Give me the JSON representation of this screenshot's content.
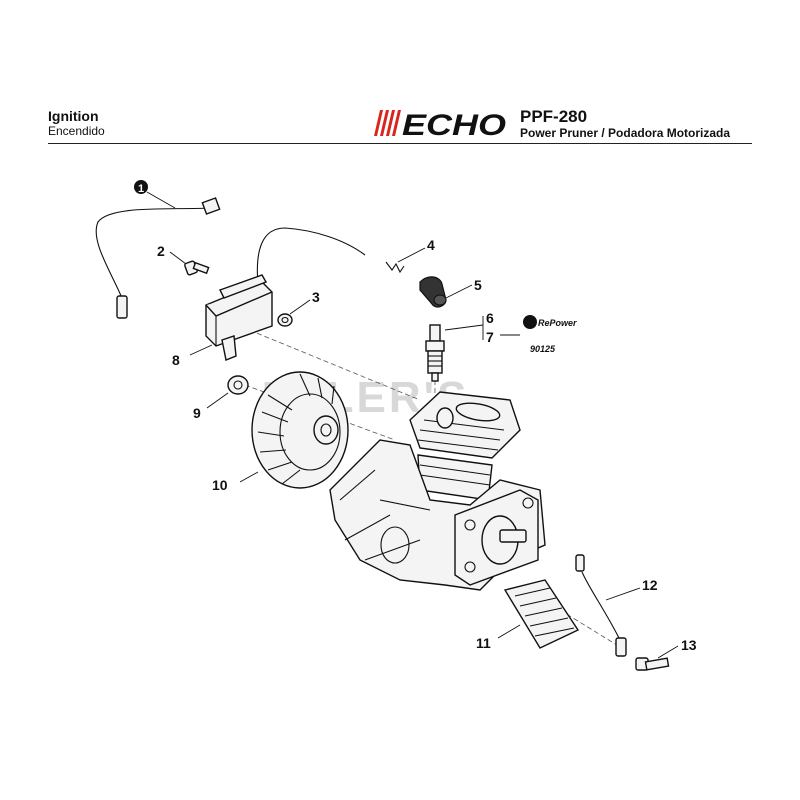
{
  "header": {
    "title": "Ignition",
    "subtitle": "Encendido",
    "brand": "ECHO",
    "model": "PPF-280",
    "model_desc": "Power Pruner / Podadora Motorizada"
  },
  "watermark": "UTLER'S",
  "repower": {
    "label": "RePower",
    "part_no": "90125"
  },
  "callouts": [
    "1",
    "2",
    "3",
    "4",
    "5",
    "6",
    "7",
    "8",
    "9",
    "10",
    "11",
    "12",
    "13"
  ],
  "colors": {
    "brand_red": "#d9261c",
    "ink": "#111111"
  }
}
